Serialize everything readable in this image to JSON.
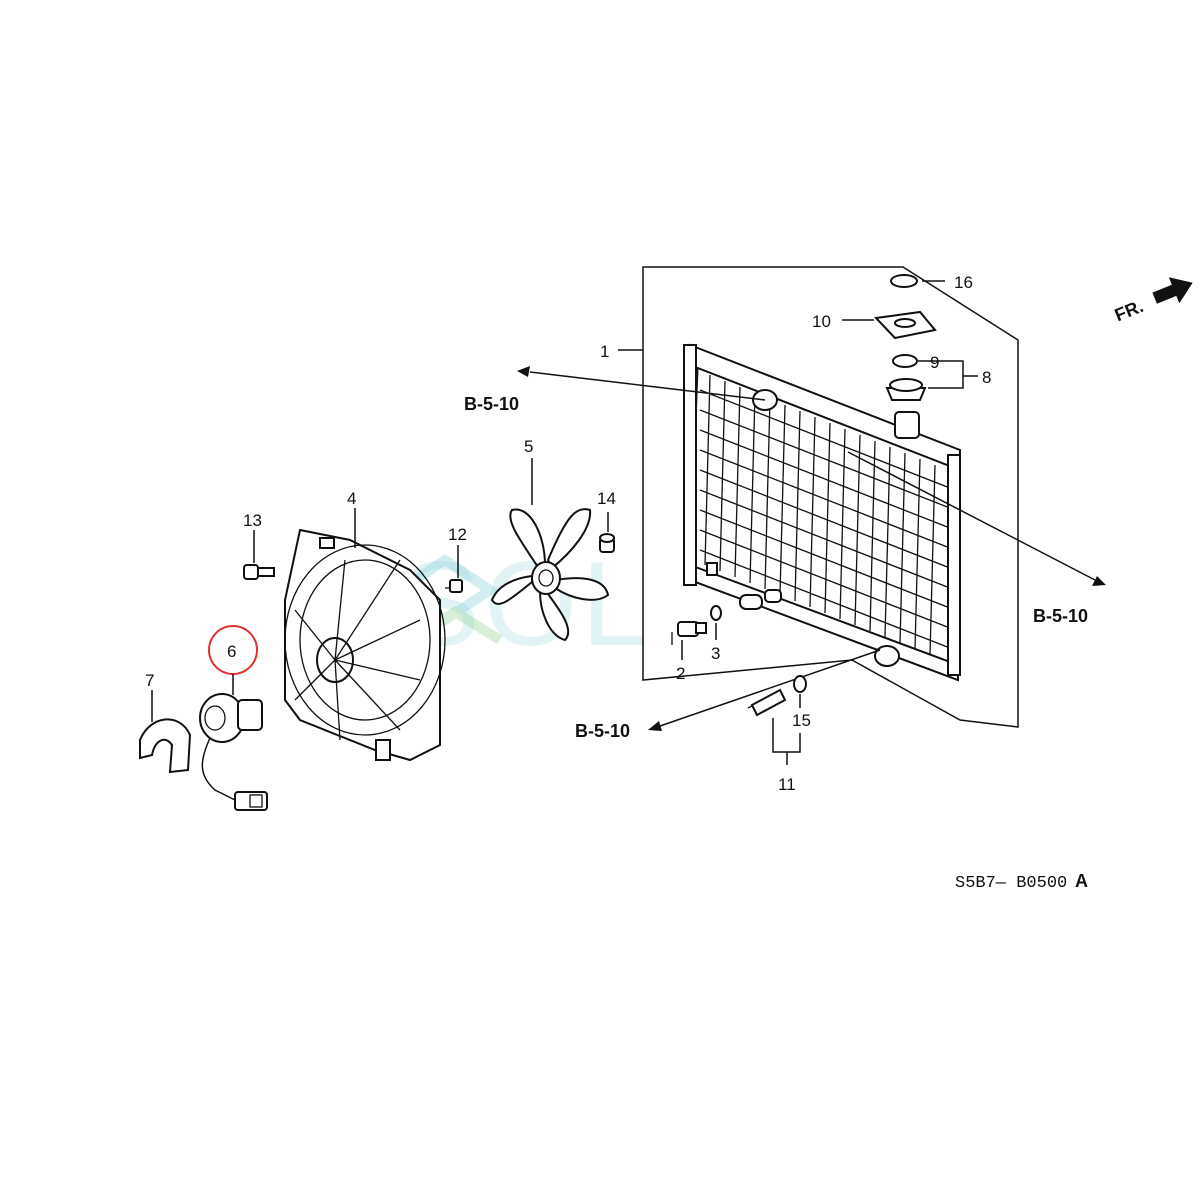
{
  "diagram": {
    "code": "S5B7— B0500",
    "code_suffix": "A",
    "direction_label": "FR.",
    "ref_labels": {
      "upper_left": "B-5-10",
      "right": "B-5-10",
      "lower": "B-5-10"
    },
    "watermark": "SOL",
    "highlighted_part": "6",
    "highlight_color": "#e03030",
    "callouts": {
      "p1": "1",
      "p2": "2",
      "p3": "3",
      "p4": "4",
      "p5": "5",
      "p6": "6",
      "p7": "7",
      "p8": "8",
      "p9": "9",
      "p10": "10",
      "p11": "11",
      "p12": "12",
      "p13": "13",
      "p14": "14",
      "p15": "15",
      "p16": "16"
    }
  }
}
